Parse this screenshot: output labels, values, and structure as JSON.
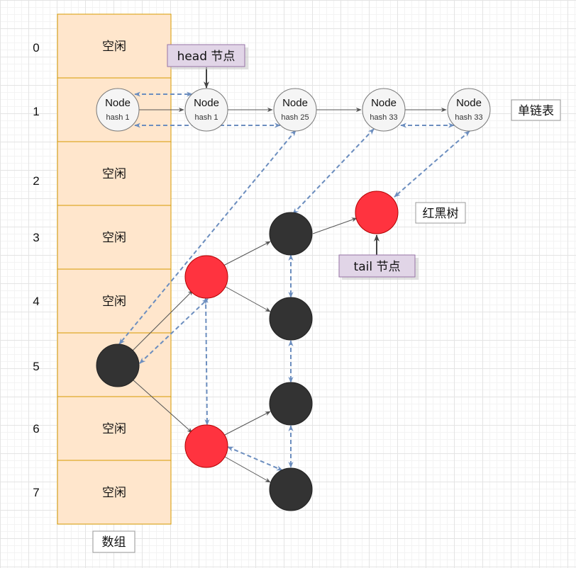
{
  "array": {
    "label": "数组",
    "indices": [
      "0",
      "1",
      "2",
      "3",
      "4",
      "5",
      "6",
      "7"
    ],
    "cells": [
      "空闲",
      "",
      "空闲",
      "空闲",
      "空闲",
      "",
      "空闲",
      "空闲"
    ]
  },
  "linked_list": {
    "label": "单链表",
    "nodes": [
      {
        "title": "Node",
        "hash": "hash 1"
      },
      {
        "title": "Node",
        "hash": "hash 1"
      },
      {
        "title": "Node",
        "hash": "hash 25"
      },
      {
        "title": "Node",
        "hash": "hash 33"
      },
      {
        "title": "Node",
        "hash": "hash 33"
      }
    ]
  },
  "pointers": {
    "head": "head 节点",
    "tail": "tail 节点"
  },
  "tree": {
    "label": "红黑树",
    "colors": {
      "red": "#ff333f",
      "black": "#333333",
      "dashed": "#6c8ebf",
      "cell_fill": "#ffe6cc",
      "cell_stroke": "#d79b00",
      "pointer_fill": "#e1d5e7",
      "node_fill": "#f5f5f5"
    }
  }
}
